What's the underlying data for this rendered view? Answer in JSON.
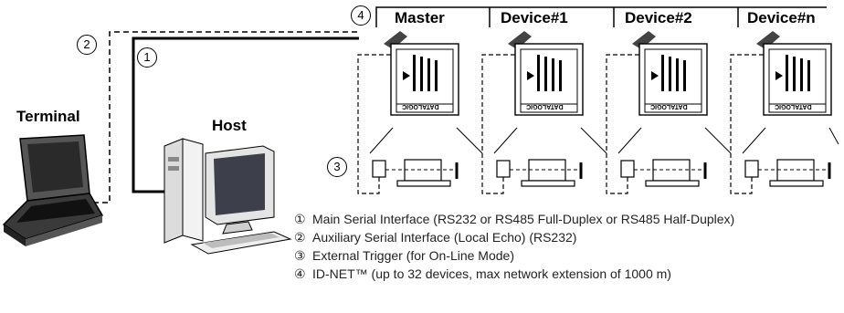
{
  "devices": [
    {
      "label": "Master",
      "brand": "DATALOGIC"
    },
    {
      "label": "Device#1",
      "brand": "DATALOGIC"
    },
    {
      "label": "Device#2",
      "brand": "DATALOGIC"
    },
    {
      "label": "Device#n",
      "brand": "DATALOGIC"
    }
  ],
  "terminal_label": "Terminal",
  "host_label": "Host",
  "markers": {
    "m1": "1",
    "m2": "2",
    "m3": "3",
    "m4": "4"
  },
  "legend": [
    {
      "marker": "①",
      "text": "Main Serial Interface (RS232 or RS485 Full-Duplex or RS485 Half-Duplex)"
    },
    {
      "marker": "②",
      "text": "Auxiliary Serial Interface (Local Echo) (RS232)"
    },
    {
      "marker": "③",
      "text": "External Trigger (for On-Line Mode)"
    },
    {
      "marker": "④",
      "text": "ID-NET™ (up to 32 devices, max network extension of 1000 m)"
    }
  ]
}
